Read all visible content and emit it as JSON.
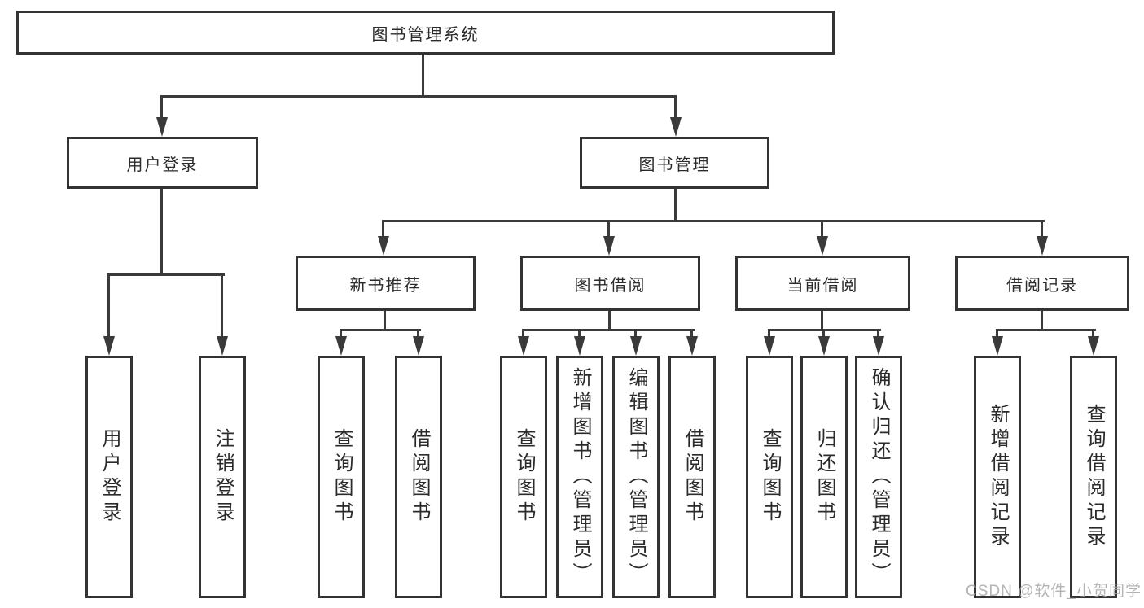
{
  "tree": {
    "label": "图书管理系统",
    "children": [
      {
        "label": "用户登录",
        "children": [
          {
            "label": "用户登录"
          },
          {
            "label": "注销登录"
          }
        ]
      },
      {
        "label": "图书管理",
        "children": [
          {
            "label": "新书推荐",
            "children": [
              {
                "label": "查询图书"
              },
              {
                "label": "借阅图书"
              }
            ]
          },
          {
            "label": "图书借阅",
            "children": [
              {
                "label": "查询图书"
              },
              {
                "label": "新增图书（管理员）"
              },
              {
                "label": "编辑图书（管理员）"
              },
              {
                "label": "借阅图书"
              }
            ]
          },
          {
            "label": "当前借阅",
            "children": [
              {
                "label": "查询图书"
              },
              {
                "label": "归还图书"
              },
              {
                "label": "确认归还（管理员）"
              }
            ]
          },
          {
            "label": "借阅记录",
            "children": [
              {
                "label": "新增借阅记录"
              },
              {
                "label": "查询借阅记录"
              }
            ]
          }
        ]
      }
    ]
  },
  "watermark": {
    "text": "CSDN @软件_小贺同学"
  },
  "colors": {
    "line": "#3a3a3a",
    "border": "#333333",
    "text": "#2b2b2b",
    "watermark": "#a6a6a6"
  }
}
